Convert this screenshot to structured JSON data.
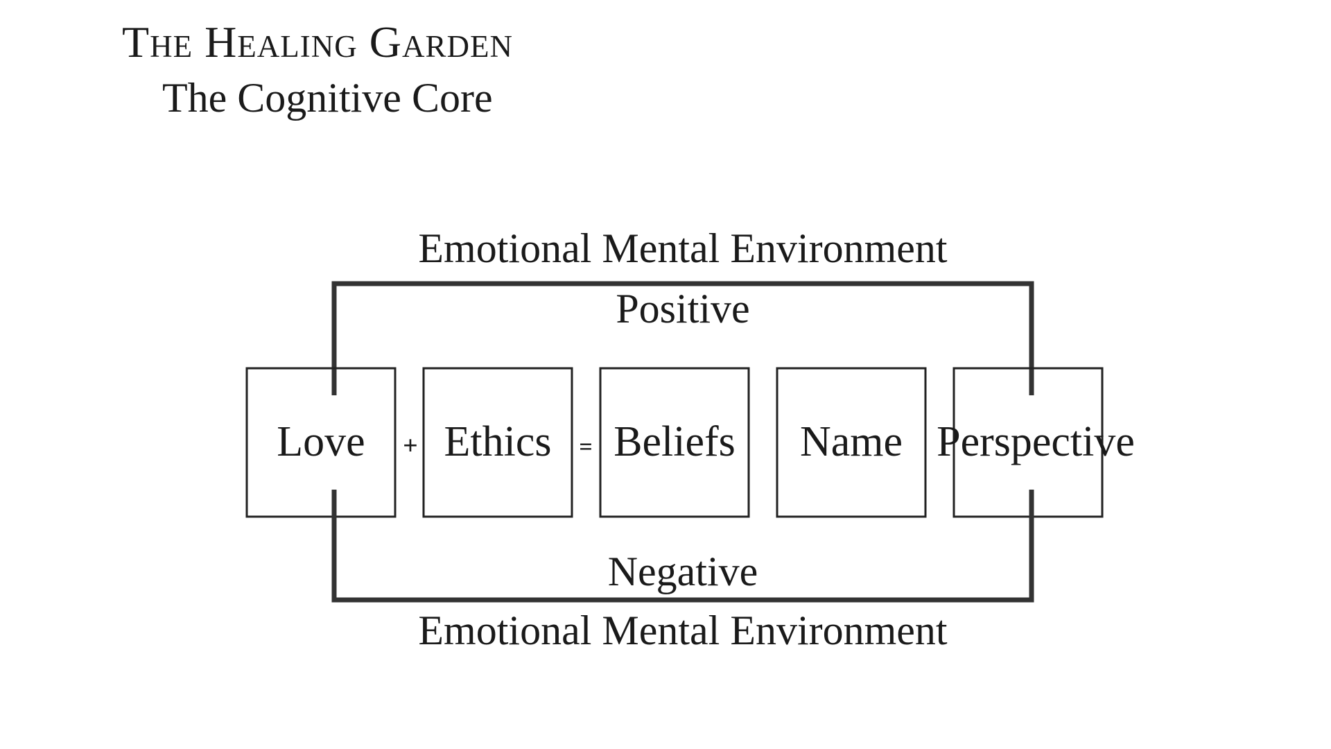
{
  "header": {
    "title": "The Healing Garden",
    "subtitle": "The Cognitive Core"
  },
  "diagram": {
    "top_environment": "Emotional Mental Environment",
    "positive": "Positive",
    "negative": "Negative",
    "bottom_environment": "Emotional Mental Environment",
    "boxes": [
      "Love",
      "Ethics",
      "Beliefs",
      "Name",
      "Perspective"
    ],
    "operators": {
      "plus": "+",
      "equals": "="
    },
    "line_color": "#333333"
  }
}
